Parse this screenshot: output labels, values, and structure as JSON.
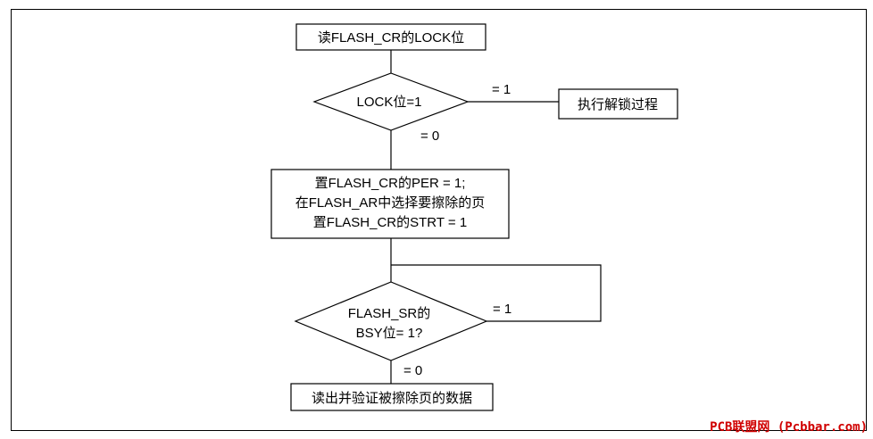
{
  "nodes": {
    "read_lock": "读FLASH_CR的LOCK位",
    "lock_check": "LOCK位=1",
    "unlock": "执行解锁过程",
    "set_per_1": "置FLASH_CR的PER = 1;",
    "set_per_2": "在FLASH_AR中选择要擦除的页",
    "set_per_3": "置FLASH_CR的STRT = 1",
    "bsy_1": "FLASH_SR的",
    "bsy_2": "BSY位= 1?",
    "verify": "读出并验证被擦除页的数据"
  },
  "edges": {
    "lock_yes": "= 1",
    "lock_no": "= 0",
    "bsy_yes": "= 1",
    "bsy_no": "= 0"
  },
  "watermark": "PCB联盟网 (Pcbbar.com)"
}
